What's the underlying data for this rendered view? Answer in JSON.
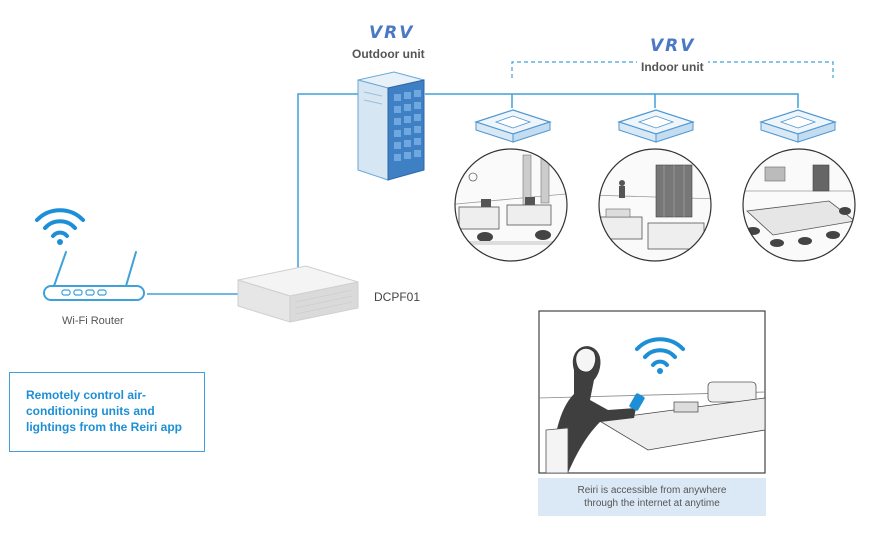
{
  "brand": {
    "outdoor_logo": "VRV",
    "indoor_logo": "VRV"
  },
  "labels": {
    "outdoor_unit": "Outdoor unit",
    "indoor_unit": "Indoor unit",
    "controller": "DCPF01",
    "router": "Wi-Fi Router"
  },
  "callout": {
    "text": "Remotely control air-conditioning units and lightings from the Reiri app"
  },
  "caption": {
    "line1": "Reiri is accessible from anywhere",
    "line2": "through the internet at anytime"
  },
  "colors": {
    "accent": "#1d8fd6",
    "line": "#3ea1dc",
    "logo": "#4a78c4",
    "caption_bg": "#dbe9f6"
  },
  "icons": [
    "wifi-icon",
    "router-icon",
    "controller-icon",
    "outdoor-unit-icon",
    "cassette-unit-icon",
    "office-scene",
    "phone-user-scene"
  ]
}
